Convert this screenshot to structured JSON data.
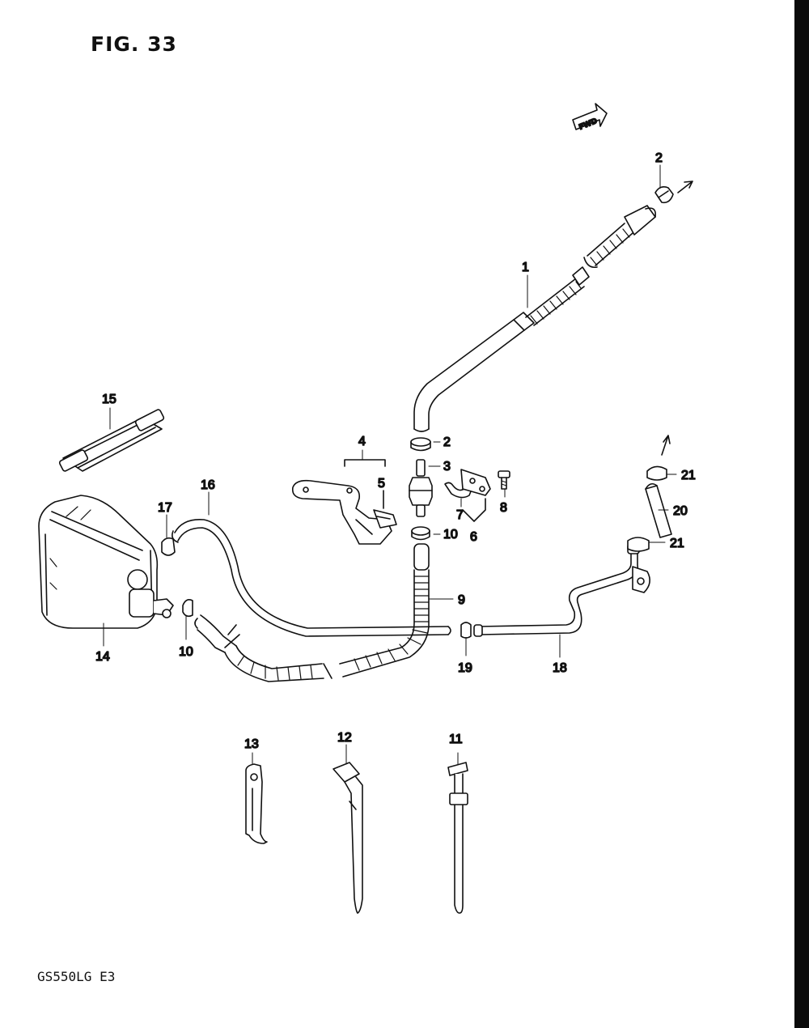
{
  "figure": {
    "title": "FIG. 33",
    "model_code": "GS550LG  E3",
    "fwd_marker": "FWD"
  },
  "callouts": [
    {
      "id": "c1",
      "label": "1"
    },
    {
      "id": "c2a",
      "label": "2"
    },
    {
      "id": "c2b",
      "label": "2"
    },
    {
      "id": "c3",
      "label": "3"
    },
    {
      "id": "c4",
      "label": "4"
    },
    {
      "id": "c5",
      "label": "5"
    },
    {
      "id": "c6",
      "label": "6"
    },
    {
      "id": "c7",
      "label": "7"
    },
    {
      "id": "c8",
      "label": "8"
    },
    {
      "id": "c9",
      "label": "9"
    },
    {
      "id": "c10a",
      "label": "10"
    },
    {
      "id": "c10b",
      "label": "10"
    },
    {
      "id": "c11",
      "label": "11"
    },
    {
      "id": "c12",
      "label": "12"
    },
    {
      "id": "c13",
      "label": "13"
    },
    {
      "id": "c14",
      "label": "14"
    },
    {
      "id": "c15",
      "label": "15"
    },
    {
      "id": "c16",
      "label": "16"
    },
    {
      "id": "c17",
      "label": "17"
    },
    {
      "id": "c18",
      "label": "18"
    },
    {
      "id": "c19",
      "label": "19"
    },
    {
      "id": "c20",
      "label": "20"
    },
    {
      "id": "c21a",
      "label": "21"
    },
    {
      "id": "c21b",
      "label": "21"
    }
  ]
}
